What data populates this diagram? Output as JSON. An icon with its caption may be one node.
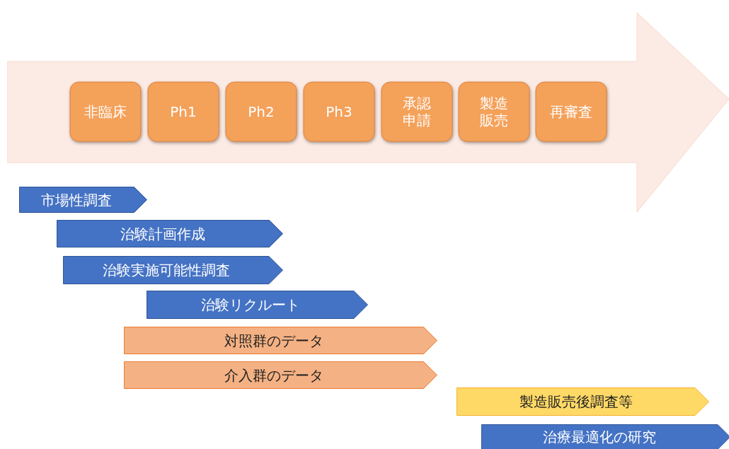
{
  "diagram": {
    "nodes": [
      {
        "text": [],
        "shape": "arrow"
      },
      {
        "text": [
          "非臨床"
        ],
        "in": 0
      },
      {
        "text": [
          "Ph1"
        ],
        "in": 0
      },
      {
        "text": [
          "Ph2"
        ],
        "in": 0
      },
      {
        "text": [
          "Ph3"
        ],
        "in": 0
      },
      {
        "text": [
          "承認申請"
        ],
        "in": 0
      },
      {
        "text": [
          "製造販売"
        ],
        "in": 0
      },
      {
        "text": [
          "再審査"
        ],
        "in": 0
      },
      {
        "text": [
          "市場性調査"
        ]
      },
      {
        "text": [
          "治験計画作成"
        ]
      },
      {
        "text": [
          "治験実施可能性調査"
        ]
      },
      {
        "text": [
          "治験リクルート"
        ]
      },
      {
        "text": [
          "対照群のデータ"
        ]
      },
      {
        "text": [
          "介入群のデータ"
        ]
      },
      {
        "text": [
          "製造販売後調査等"
        ]
      },
      {
        "text": [
          "治療最適化の研究"
        ]
      }
    ]
  }
}
